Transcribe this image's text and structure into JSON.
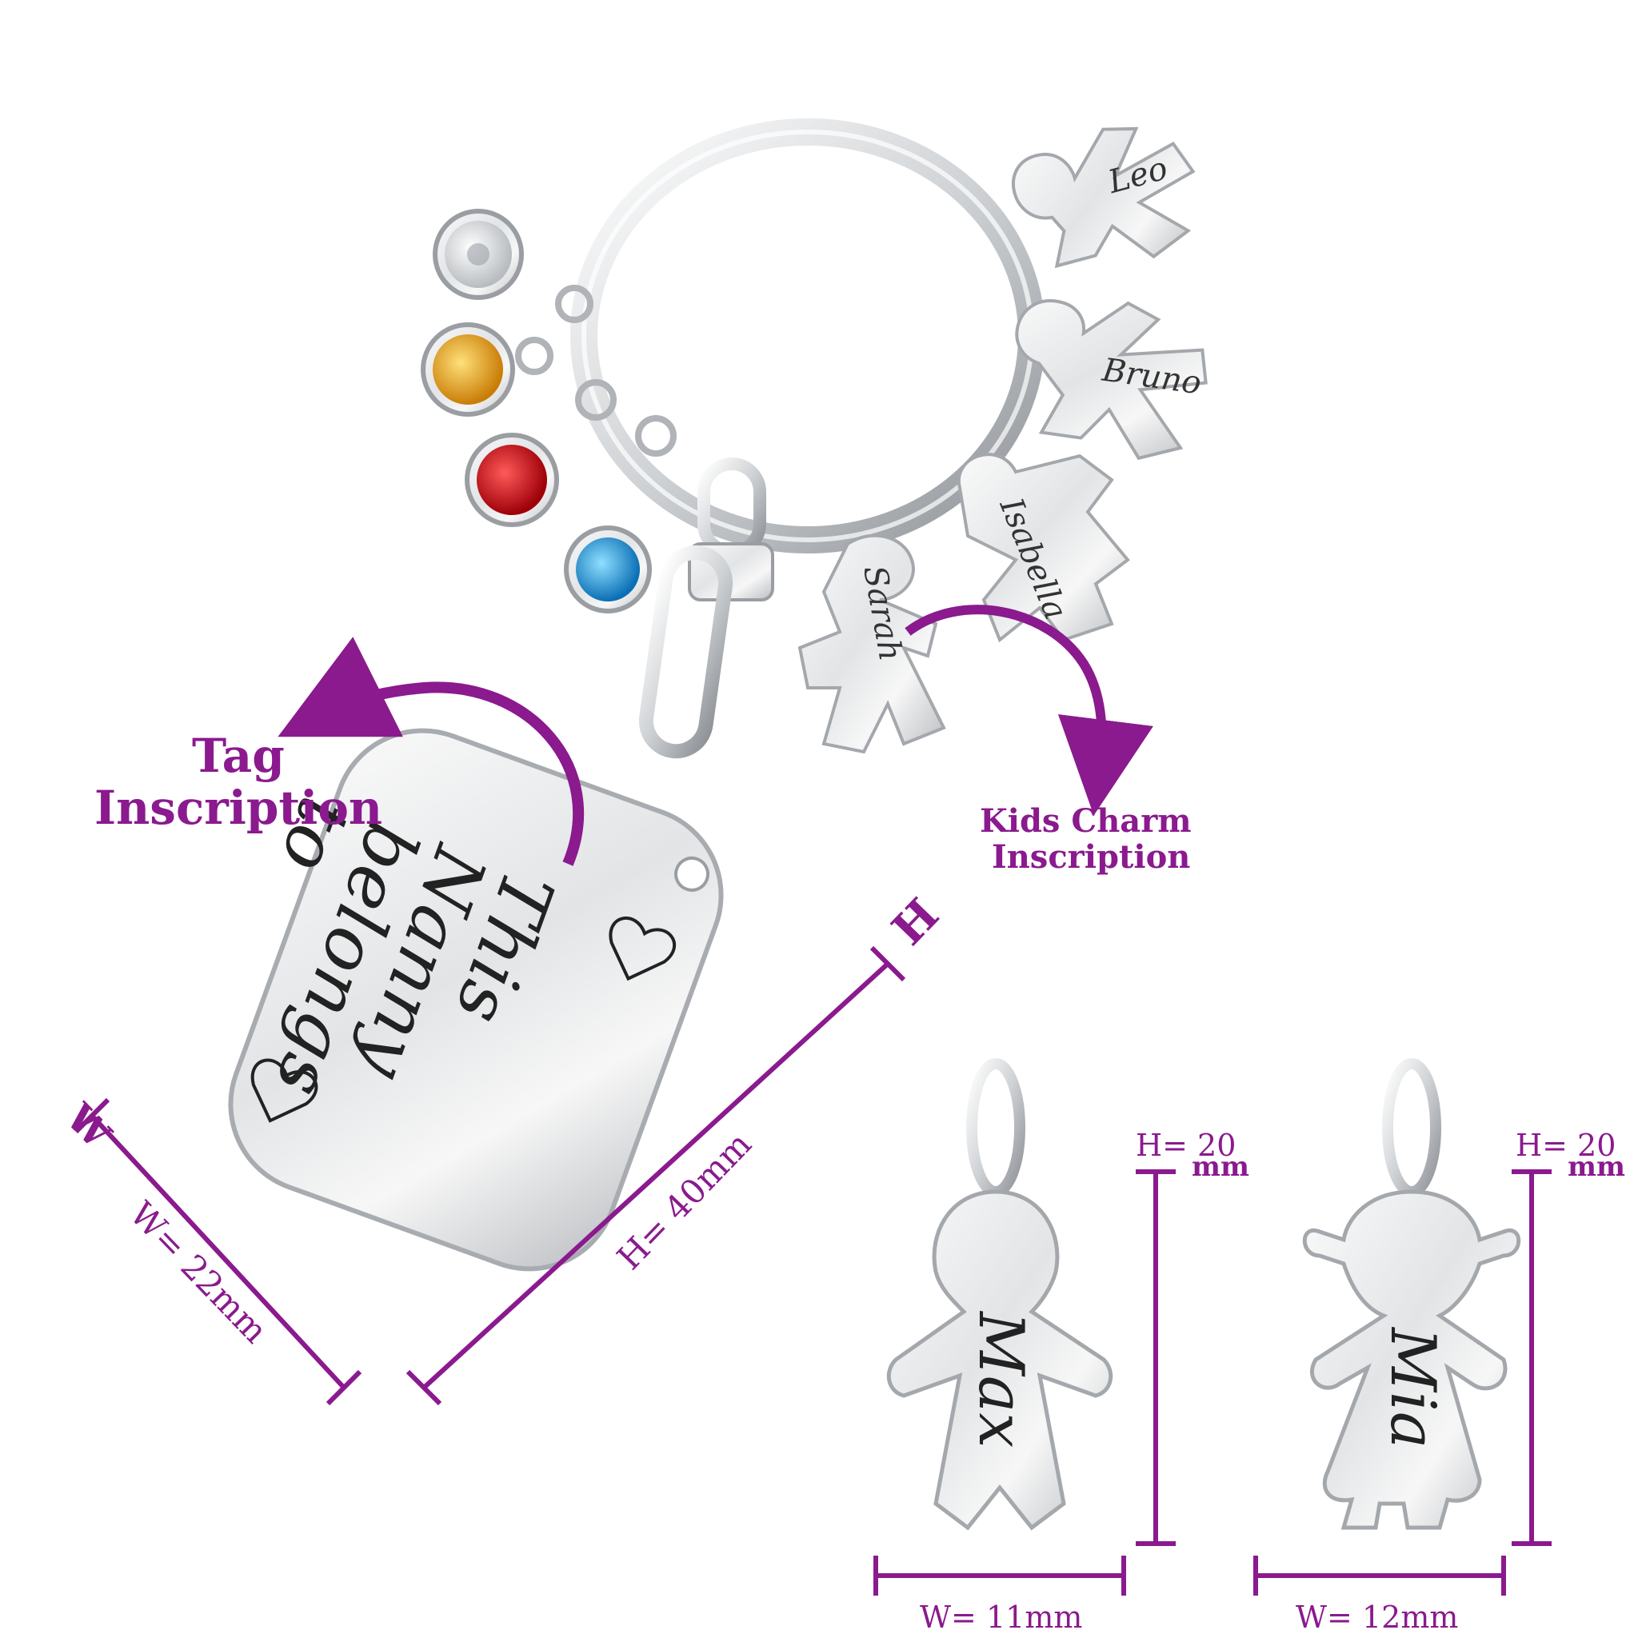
{
  "colors": {
    "accent": "#8a1a8e",
    "engraving": "#222222"
  },
  "tag": {
    "label_line1": "Tag",
    "label_line2": "Inscription",
    "engraving": [
      "This",
      "Nanny",
      "belongs",
      "to"
    ],
    "width_label": "W= 22mm",
    "height_label": "H= 40mm",
    "w_marker": "W",
    "h_marker": "H"
  },
  "kids_charm": {
    "label_line1": "Kids Charm",
    "label_line2": "Inscription",
    "names": [
      "Leo",
      "Bruno",
      "Isabella",
      "Sarah"
    ]
  },
  "boy_charm": {
    "name": "Max",
    "height_label_1": "H= 20",
    "height_label_2": "mm",
    "width_label": "W= 11mm"
  },
  "girl_charm": {
    "name": "Mia",
    "height_label_1": "H= 20",
    "height_label_2": "mm",
    "width_label": "W= 12mm"
  },
  "birthstones": [
    {
      "name": "clear",
      "color": "#e6e8ea"
    },
    {
      "name": "topaz",
      "color": "#f0a91e"
    },
    {
      "name": "ruby",
      "color": "#d5141c"
    },
    {
      "name": "sapphire",
      "color": "#1f9ae0"
    }
  ]
}
